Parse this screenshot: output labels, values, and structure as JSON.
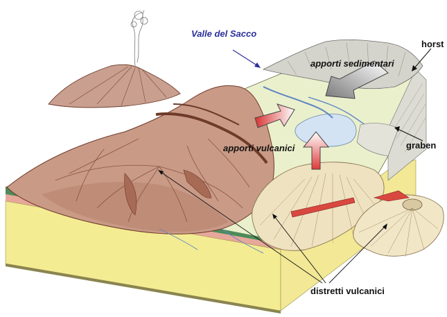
{
  "labels": {
    "valle": "Valle del Sacco",
    "horst": "horst",
    "graben": "graben",
    "apporti_sedimentari": "apporti sedimentari",
    "apporti_vulcanici": "apporti vulcanici",
    "distretti_vulcanici": "distretti vulcanici"
  },
  "colors": {
    "label_blue": "#2a2f9a",
    "label_black": "#111111",
    "volcanic_rock": "#c79a86",
    "volcanic_dark": "#8a4e3c",
    "plain": "#e9efc9",
    "lake": "#cfe0f0",
    "yellow_layer": "#f4ec92",
    "pink_layer": "#e7a79a",
    "green_layer": "#4e8a5a",
    "mountain_gray": "#cfcfc8",
    "cone": "#efe2c0",
    "volcanic_arrow": "#d9534f",
    "sediment_arrow": "#a8a8a8"
  }
}
